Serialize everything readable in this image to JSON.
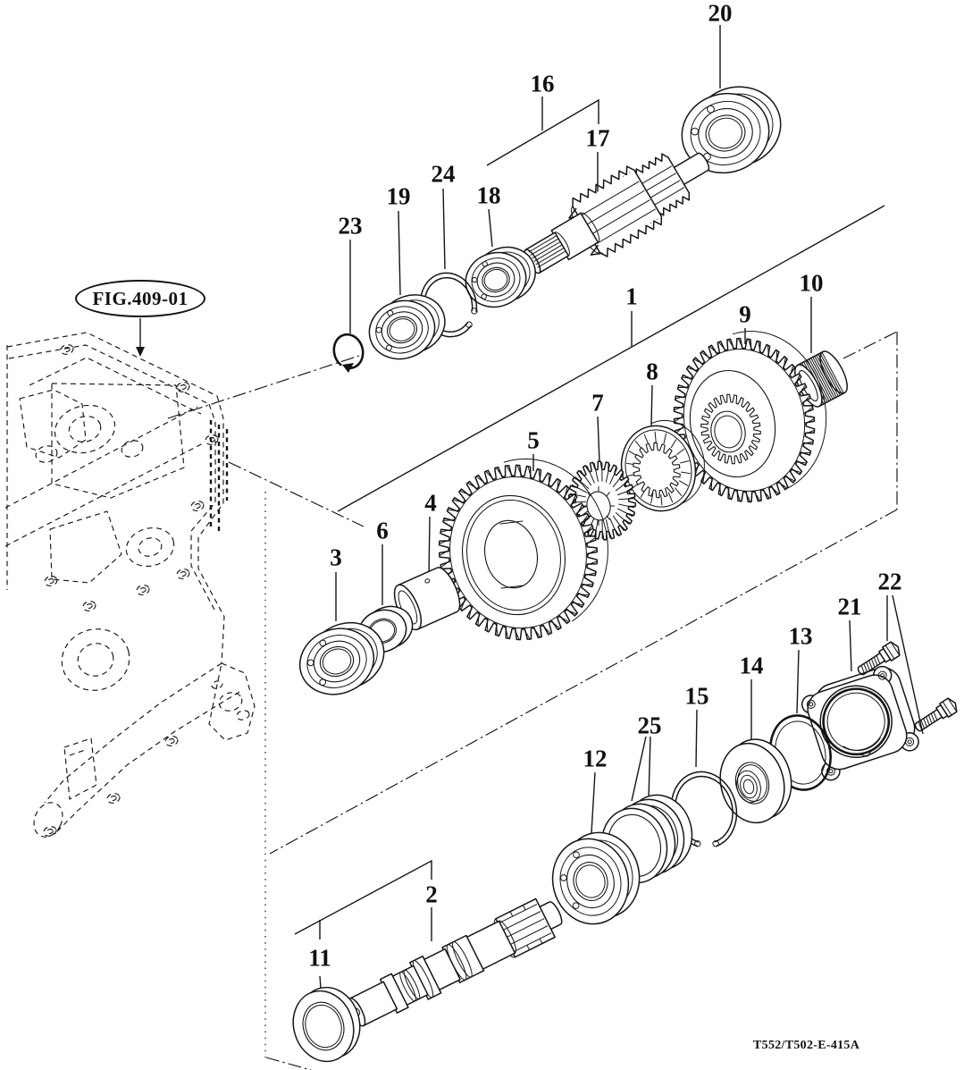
{
  "diagram": {
    "figure_reference": "FIG.409-01",
    "drawing_code": "T552/T502-E-415A",
    "part_labels": [
      "1",
      "2",
      "3",
      "4",
      "5",
      "6",
      "7",
      "8",
      "9",
      "10",
      "11",
      "12",
      "13",
      "14",
      "15",
      "16",
      "17",
      "18",
      "19",
      "20",
      "21",
      "22",
      "23",
      "24",
      "25"
    ]
  }
}
